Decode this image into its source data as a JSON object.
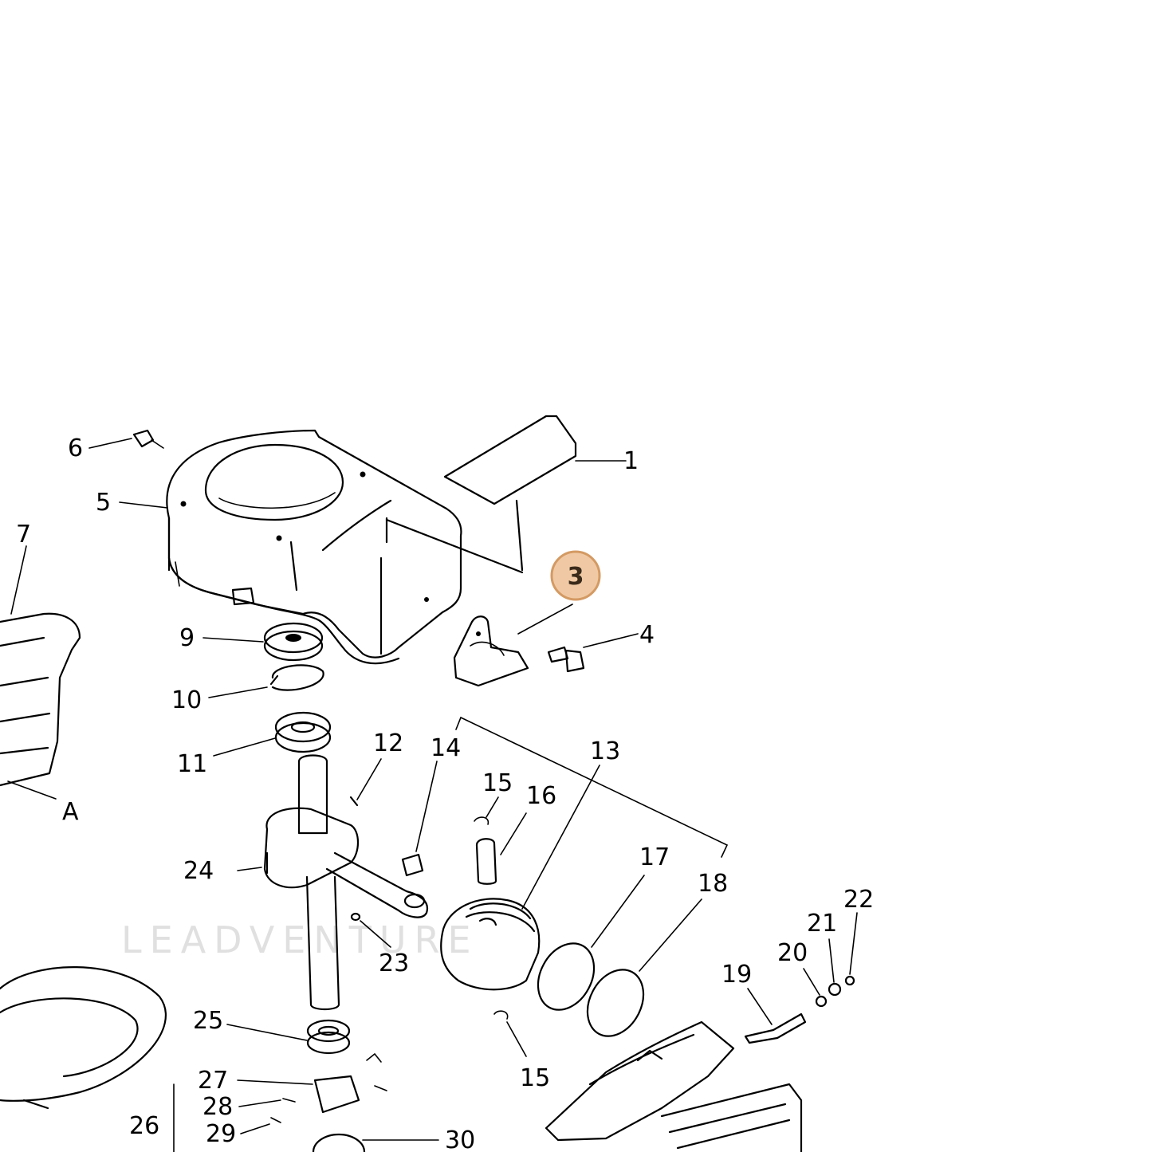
{
  "watermark": "LEADVENTURE",
  "highlighted_callout": "3",
  "colors": {
    "highlight_fill": "#f0c9a4",
    "highlight_stroke": "#d49a63",
    "line": "#000000"
  },
  "callouts": [
    "1",
    "3",
    "4",
    "5",
    "6",
    "7",
    "9",
    "10",
    "11",
    "12",
    "13",
    "14",
    "15",
    "16",
    "17",
    "18",
    "15",
    "19",
    "20",
    "21",
    "22",
    "23",
    "24",
    "25",
    "26",
    "27",
    "28",
    "29",
    "30",
    "A"
  ]
}
